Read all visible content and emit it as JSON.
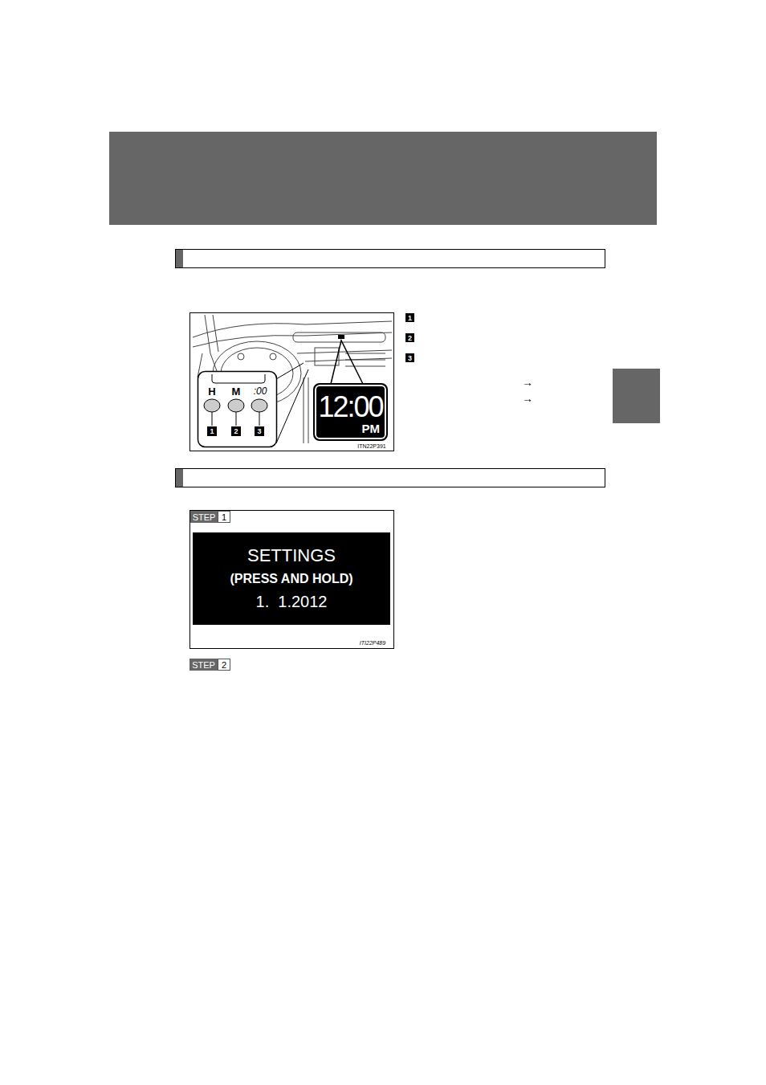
{
  "diagram": {
    "nodes": [
      {
        "text": [
          "12:00",
          "PM"
        ]
      },
      {
        "text": [
          "SETTINGS",
          "(PRESS AND HOLD)",
          "1.  1.2012"
        ]
      }
    ],
    "labels": [
      "1",
      "2",
      "3",
      "→",
      "→",
      "H",
      "M",
      ":00",
      "1",
      "2",
      "3",
      "ITN22P391",
      "STEP",
      "1",
      "ITI22P489",
      "STEP",
      "2"
    ]
  }
}
